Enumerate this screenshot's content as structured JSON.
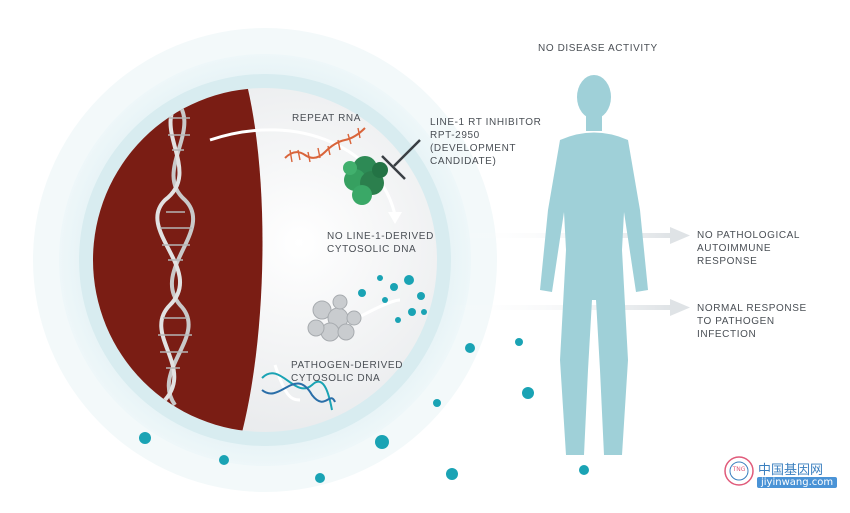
{
  "labels": {
    "no_disease_activity": "NO DISEASE ACTIVITY",
    "repeat_rna": "REPEAT RNA",
    "inhibitor": "LINE-1 RT INHIBITOR\nRPT-2950\n(DEVELOPMENT\nCANDIDATE)",
    "no_line1_dna": "NO LINE-1-DERIVED\nCYTOSOLIC DNA",
    "pathogen_dna": "PATHOGEN-DERIVED\nCYTOSOLIC DNA",
    "no_pathological": "NO PATHOLOGICAL\nAUTOIMMUNE\nRESPONSE",
    "normal_response": "NORMAL RESPONSE\nTO PATHOGEN\nINFECTION"
  },
  "watermark": {
    "chinese": "中国基因网",
    "url": "jiyinwang.com",
    "logo_letters": "TNG"
  },
  "colors": {
    "nucleus": "#7a1d14",
    "figure": "#9fd0d8",
    "dots": "#1aa3b4",
    "protein": "#2d8a55"
  }
}
